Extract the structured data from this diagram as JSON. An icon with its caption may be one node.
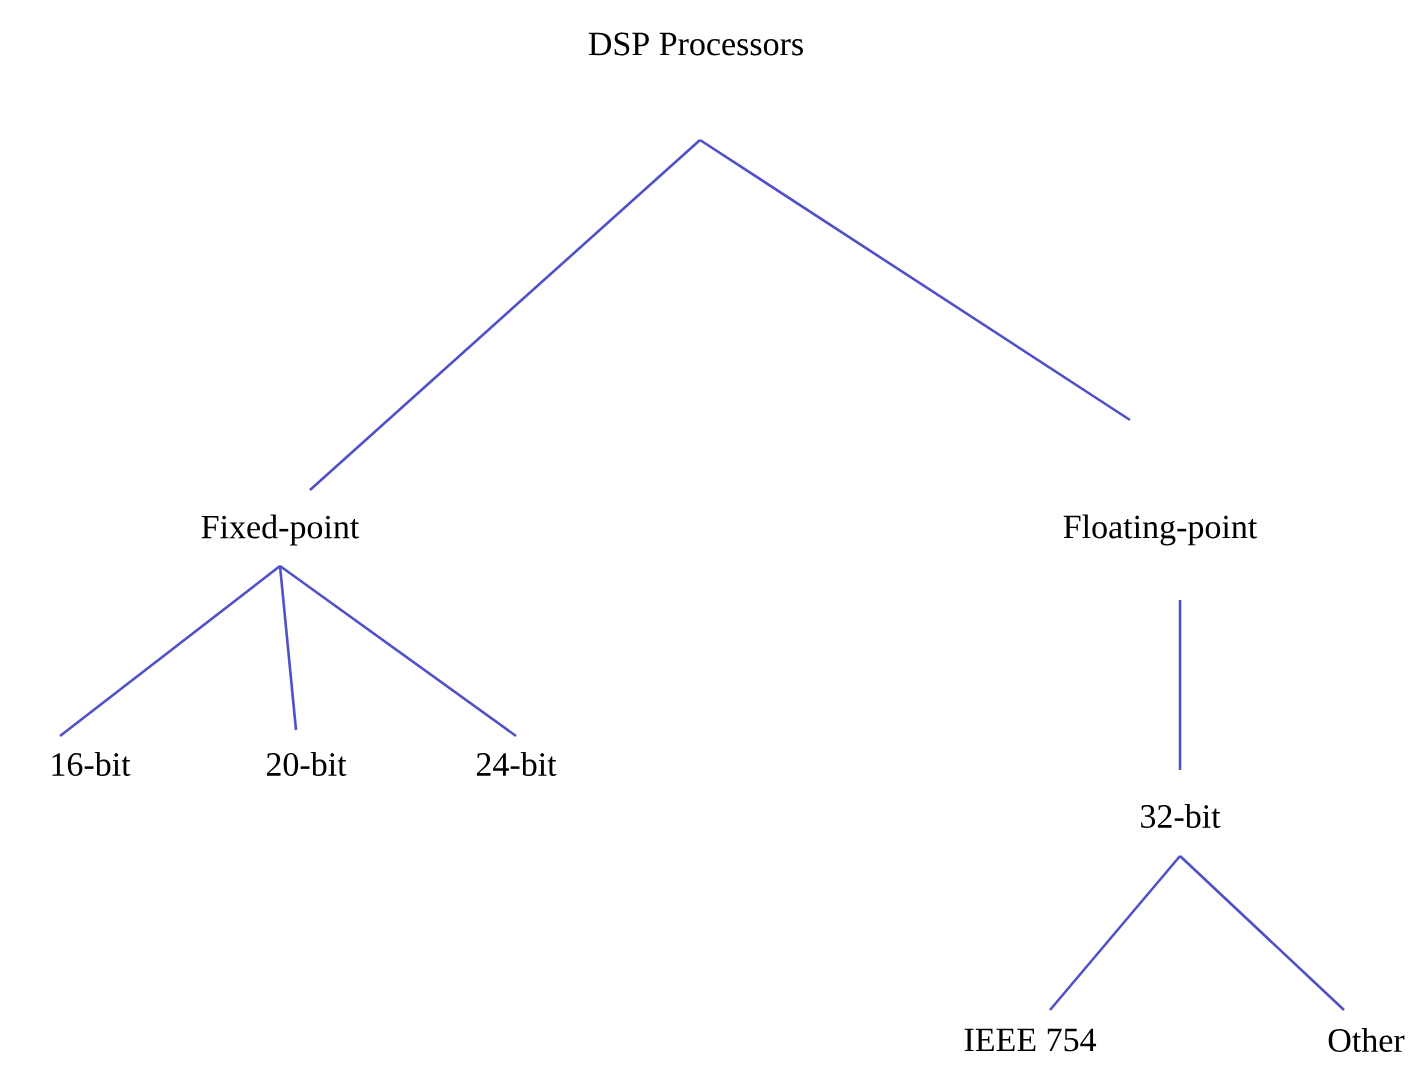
{
  "diagram": {
    "nodes": [
      {
        "text": [
          "DSP Processors"
        ]
      },
      {
        "text": [
          "Fixed-point"
        ]
      },
      {
        "text": [
          "Floating-point"
        ]
      },
      {
        "text": [
          "16-bit"
        ]
      },
      {
        "text": [
          "20-bit"
        ]
      },
      {
        "text": [
          "24-bit"
        ]
      },
      {
        "text": [
          "32-bit"
        ]
      },
      {
        "text": [
          "IEEE 754"
        ]
      },
      {
        "text": [
          "Other"
        ]
      }
    ],
    "edges": [
      {
        "from": 0,
        "to": 1,
        "arrow": "none"
      },
      {
        "from": 0,
        "to": 2,
        "arrow": "none"
      },
      {
        "from": 1,
        "to": 3,
        "arrow": "none"
      },
      {
        "from": 1,
        "to": 4,
        "arrow": "none"
      },
      {
        "from": 1,
        "to": 5,
        "arrow": "none"
      },
      {
        "from": 2,
        "to": 6,
        "arrow": "none"
      },
      {
        "from": 6,
        "to": 7,
        "arrow": "none"
      },
      {
        "from": 6,
        "to": 8,
        "arrow": "none"
      }
    ]
  }
}
